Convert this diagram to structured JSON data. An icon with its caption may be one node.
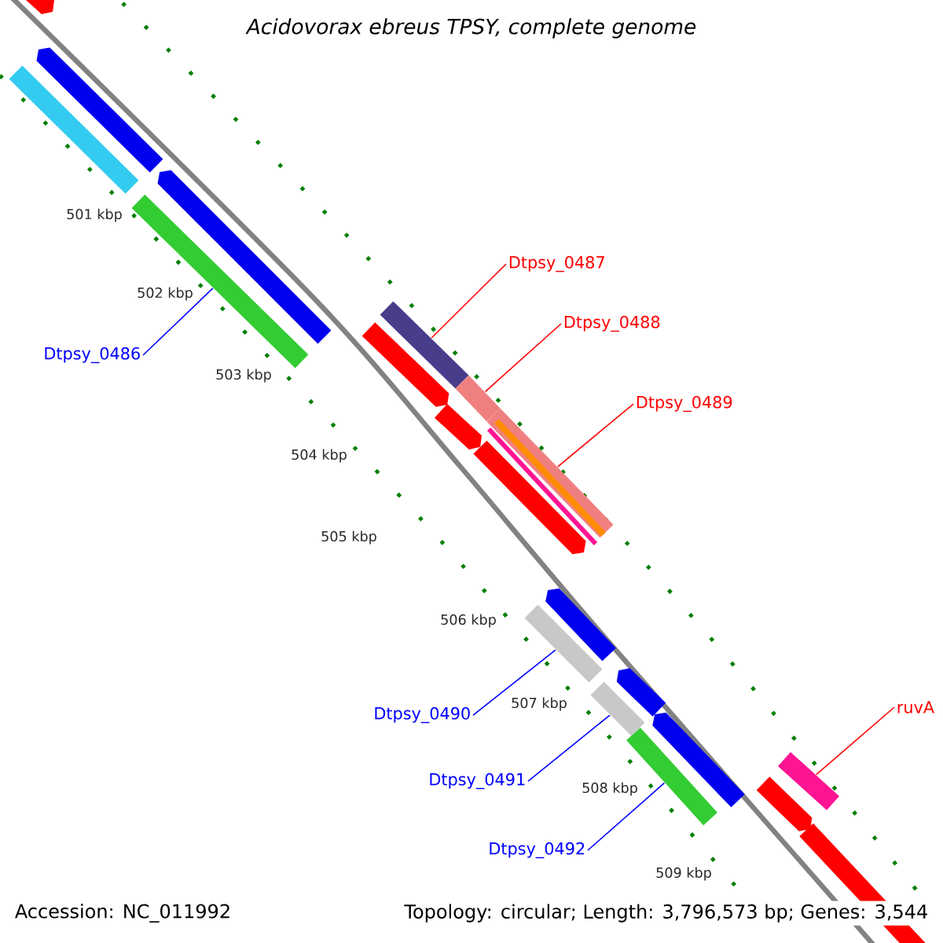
{
  "diagram": {
    "title": "Acidovorax ebreus TPSY, complete genome",
    "nodes": [
      {
        "text": [
          "Dtpsy_0486"
        ]
      },
      {
        "text": [
          "Dtpsy_0487"
        ]
      },
      {
        "text": [
          "Dtpsy_0488"
        ]
      },
      {
        "text": [
          "Dtpsy_0489"
        ]
      },
      {
        "text": [
          "Dtpsy_0490"
        ]
      },
      {
        "text": [
          "Dtpsy_0491"
        ]
      },
      {
        "text": [
          "Dtpsy_0492"
        ]
      },
      {
        "text": [
          "ruvA"
        ]
      },
      {
        "text": [],
        "shape": "pentagon"
      },
      {
        "text": [],
        "shape": "pentagon"
      },
      {
        "text": [],
        "shape": "bar"
      },
      {
        "text": [],
        "shape": "pentagon"
      },
      {
        "text": [],
        "shape": "bar"
      },
      {
        "text": [],
        "shape": "bar"
      },
      {
        "text": [],
        "shape": "pentagon"
      },
      {
        "text": [],
        "shape": "bar"
      },
      {
        "text": [],
        "shape": "bar"
      },
      {
        "text": [],
        "shape": "pentagon"
      },
      {
        "text": [],
        "shape": "pentagon"
      },
      {
        "text": [],
        "shape": "bar"
      },
      {
        "text": [],
        "shape": "pentagon"
      },
      {
        "text": [],
        "shape": "bar"
      },
      {
        "text": [],
        "shape": "pentagon"
      },
      {
        "text": [],
        "shape": "bar"
      },
      {
        "text": [],
        "shape": "pentagon"
      },
      {
        "text": [],
        "shape": "pentagon"
      },
      {
        "text": [],
        "shape": "bar"
      },
      {
        "text": [],
        "shape": "bar"
      }
    ],
    "edges": [
      {
        "from": 0,
        "to": 12,
        "arrow": "none",
        "color": "#0000ff"
      },
      {
        "from": 1,
        "to": 13,
        "arrow": "none",
        "color": "#ff0000"
      },
      {
        "from": 2,
        "to": 15,
        "arrow": "none",
        "color": "#ff0000"
      },
      {
        "from": 3,
        "to": 16,
        "arrow": "none",
        "color": "#ff0000"
      },
      {
        "from": 4,
        "to": 19,
        "arrow": "none",
        "color": "#0000ff"
      },
      {
        "from": 5,
        "to": 21,
        "arrow": "none",
        "color": "#0000ff"
      },
      {
        "from": 6,
        "to": 23,
        "arrow": "none",
        "color": "#0000ff"
      },
      {
        "from": 7,
        "to": 26,
        "arrow": "none",
        "color": "#ff0000"
      }
    ],
    "labels": [
      "501 kbp",
      "502 kbp",
      "503 kbp",
      "504 kbp",
      "505 kbp",
      "506 kbp",
      "507 kbp",
      "508 kbp",
      "509 kbp",
      "Accession: NC_011992",
      "Topology: circular; Length: 3,796,573 bp; Genes: 3,544"
    ]
  }
}
